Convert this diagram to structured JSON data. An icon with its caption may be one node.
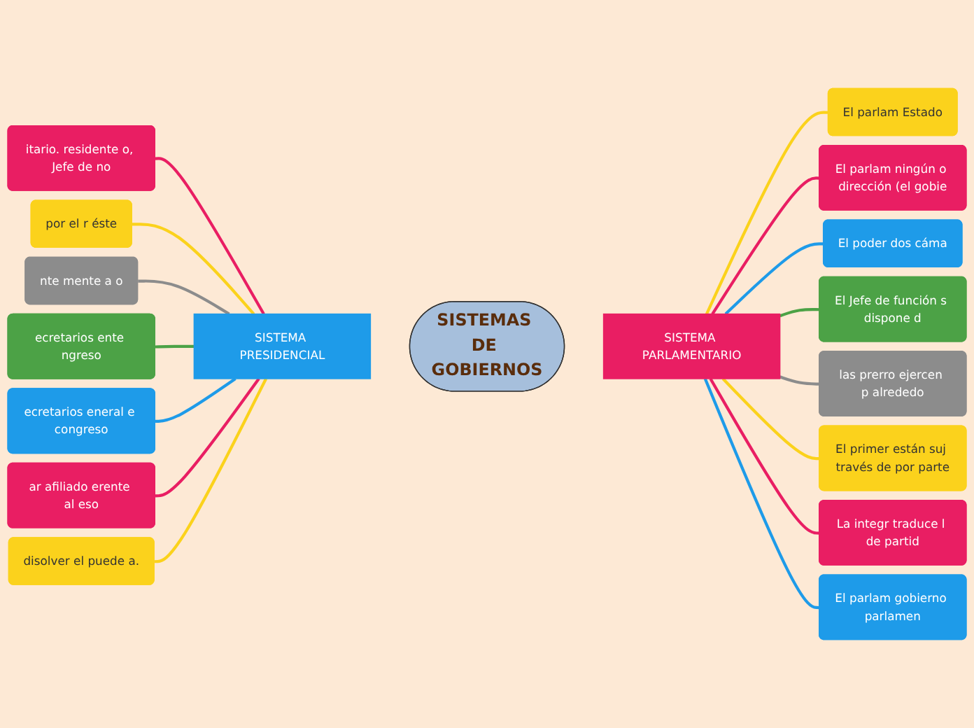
{
  "diagram": {
    "nodes": [
      {
        "text": [
          "SISTEMAS DE GOBIERNOS"
        ]
      },
      {
        "text": [
          "SISTEMA PRESIDENCIAL"
        ]
      },
      {
        "text": [
          "SISTEMA PARLAMENTARIO"
        ]
      },
      {
        "text": [
          "itario. residente o, Jefe de no"
        ]
      },
      {
        "text": [
          "por el r éste"
        ]
      },
      {
        "text": [
          "nte mente a o"
        ]
      },
      {
        "text": [
          "ecretarios ente ngreso"
        ]
      },
      {
        "text": [
          "ecretarios eneral e congreso"
        ]
      },
      {
        "text": [
          "ar afiliado erente al eso"
        ]
      },
      {
        "text": [
          "disolver el puede a."
        ]
      },
      {
        "text": [
          "El parlam Estado"
        ]
      },
      {
        "text": [
          "El parlam ningún o dirección (el gobie"
        ]
      },
      {
        "text": [
          "El poder dos cáma"
        ]
      },
      {
        "text": [
          "El Jefe de función s dispone d"
        ]
      },
      {
        "text": [
          "las prerro ejercen p alrededo"
        ]
      },
      {
        "text": [
          "El primer están suj través de por parte"
        ]
      },
      {
        "text": [
          "La integr traduce l de partid"
        ]
      },
      {
        "text": [
          "El parlam gobierno parlamen"
        ]
      }
    ],
    "edges": [
      {
        "from": 1,
        "to": 3,
        "arrow": "none",
        "color": "#e91e63"
      },
      {
        "from": 1,
        "to": 4,
        "arrow": "none",
        "color": "#fbd21c"
      },
      {
        "from": 1,
        "to": 5,
        "arrow": "none",
        "color": "#8c8c8c"
      },
      {
        "from": 1,
        "to": 6,
        "arrow": "none",
        "color": "#4ca246"
      },
      {
        "from": 1,
        "to": 7,
        "arrow": "none",
        "color": "#1e9be9"
      },
      {
        "from": 1,
        "to": 8,
        "arrow": "none",
        "color": "#e91e63"
      },
      {
        "from": 1,
        "to": 9,
        "arrow": "none",
        "color": "#fbd21c"
      },
      {
        "from": 2,
        "to": 10,
        "arrow": "none",
        "color": "#fbd21c"
      },
      {
        "from": 2,
        "to": 11,
        "arrow": "none",
        "color": "#e91e63"
      },
      {
        "from": 2,
        "to": 12,
        "arrow": "none",
        "color": "#1e9be9"
      },
      {
        "from": 2,
        "to": 13,
        "arrow": "none",
        "color": "#4ca246"
      },
      {
        "from": 2,
        "to": 14,
        "arrow": "none",
        "color": "#8c8c8c"
      },
      {
        "from": 2,
        "to": 15,
        "arrow": "none",
        "color": "#fbd21c"
      },
      {
        "from": 2,
        "to": 16,
        "arrow": "none",
        "color": "#e91e63"
      },
      {
        "from": 2,
        "to": 17,
        "arrow": "none",
        "color": "#1e9be9"
      }
    ]
  }
}
